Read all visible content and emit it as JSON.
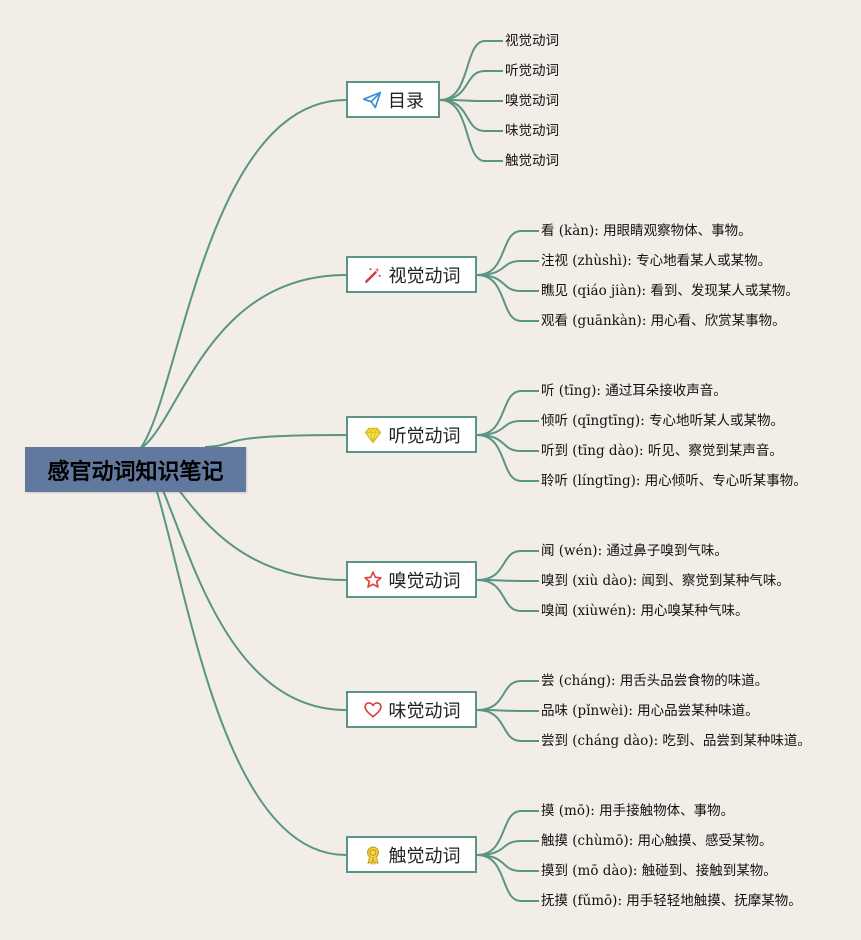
{
  "root": {
    "title": "感官动词知识笔记"
  },
  "branches": [
    {
      "label": "目录",
      "icon": "paper-plane-icon",
      "items": [
        "视觉动词",
        "听觉动词",
        "嗅觉动词",
        "味觉动词",
        "触觉动词"
      ]
    },
    {
      "label": "视觉动词",
      "icon": "magic-wand-icon",
      "items": [
        "看 (kàn): 用眼睛观察物体、事物。",
        "注视 (zhùshì): 专心地看某人或某物。",
        "瞧见 (qiáo jiàn): 看到、发现某人或某物。",
        "观看 (guānkàn): 用心看、欣赏某事物。"
      ]
    },
    {
      "label": "听觉动词",
      "icon": "diamond-icon",
      "items": [
        "听 (tīng): 通过耳朵接收声音。",
        "倾听 (qīngtīng): 专心地听某人或某物。",
        "听到 (tīng dào): 听见、察觉到某声音。",
        "聆听 (língtīng): 用心倾听、专心听某事物。"
      ]
    },
    {
      "label": "嗅觉动词",
      "icon": "star-icon",
      "items": [
        "闻 (wén): 通过鼻子嗅到气味。",
        "嗅到 (xiù dào): 闻到、察觉到某种气味。",
        "嗅闻 (xiùwén): 用心嗅某种气味。"
      ]
    },
    {
      "label": "味觉动词",
      "icon": "heart-icon",
      "items": [
        "尝 (cháng): 用舌头品尝食物的味道。",
        "品味 (pǐnwèi): 用心品尝某种味道。",
        "尝到 (cháng dào): 吃到、品尝到某种味道。"
      ]
    },
    {
      "label": "触觉动词",
      "icon": "medal-icon",
      "items": [
        "摸 (mō): 用手接触物体、事物。",
        "触摸 (chùmō): 用心触摸、感受某物。",
        "摸到 (mō dào): 触碰到、接触到某物。",
        "抚摸 (fǔmō): 用手轻轻地触摸、抚摩某物。"
      ]
    }
  ],
  "colors": {
    "background": "#f3ede7",
    "root_fill": "#61799f",
    "connector": "#5a9484",
    "branch_fill": "#ffffff"
  }
}
